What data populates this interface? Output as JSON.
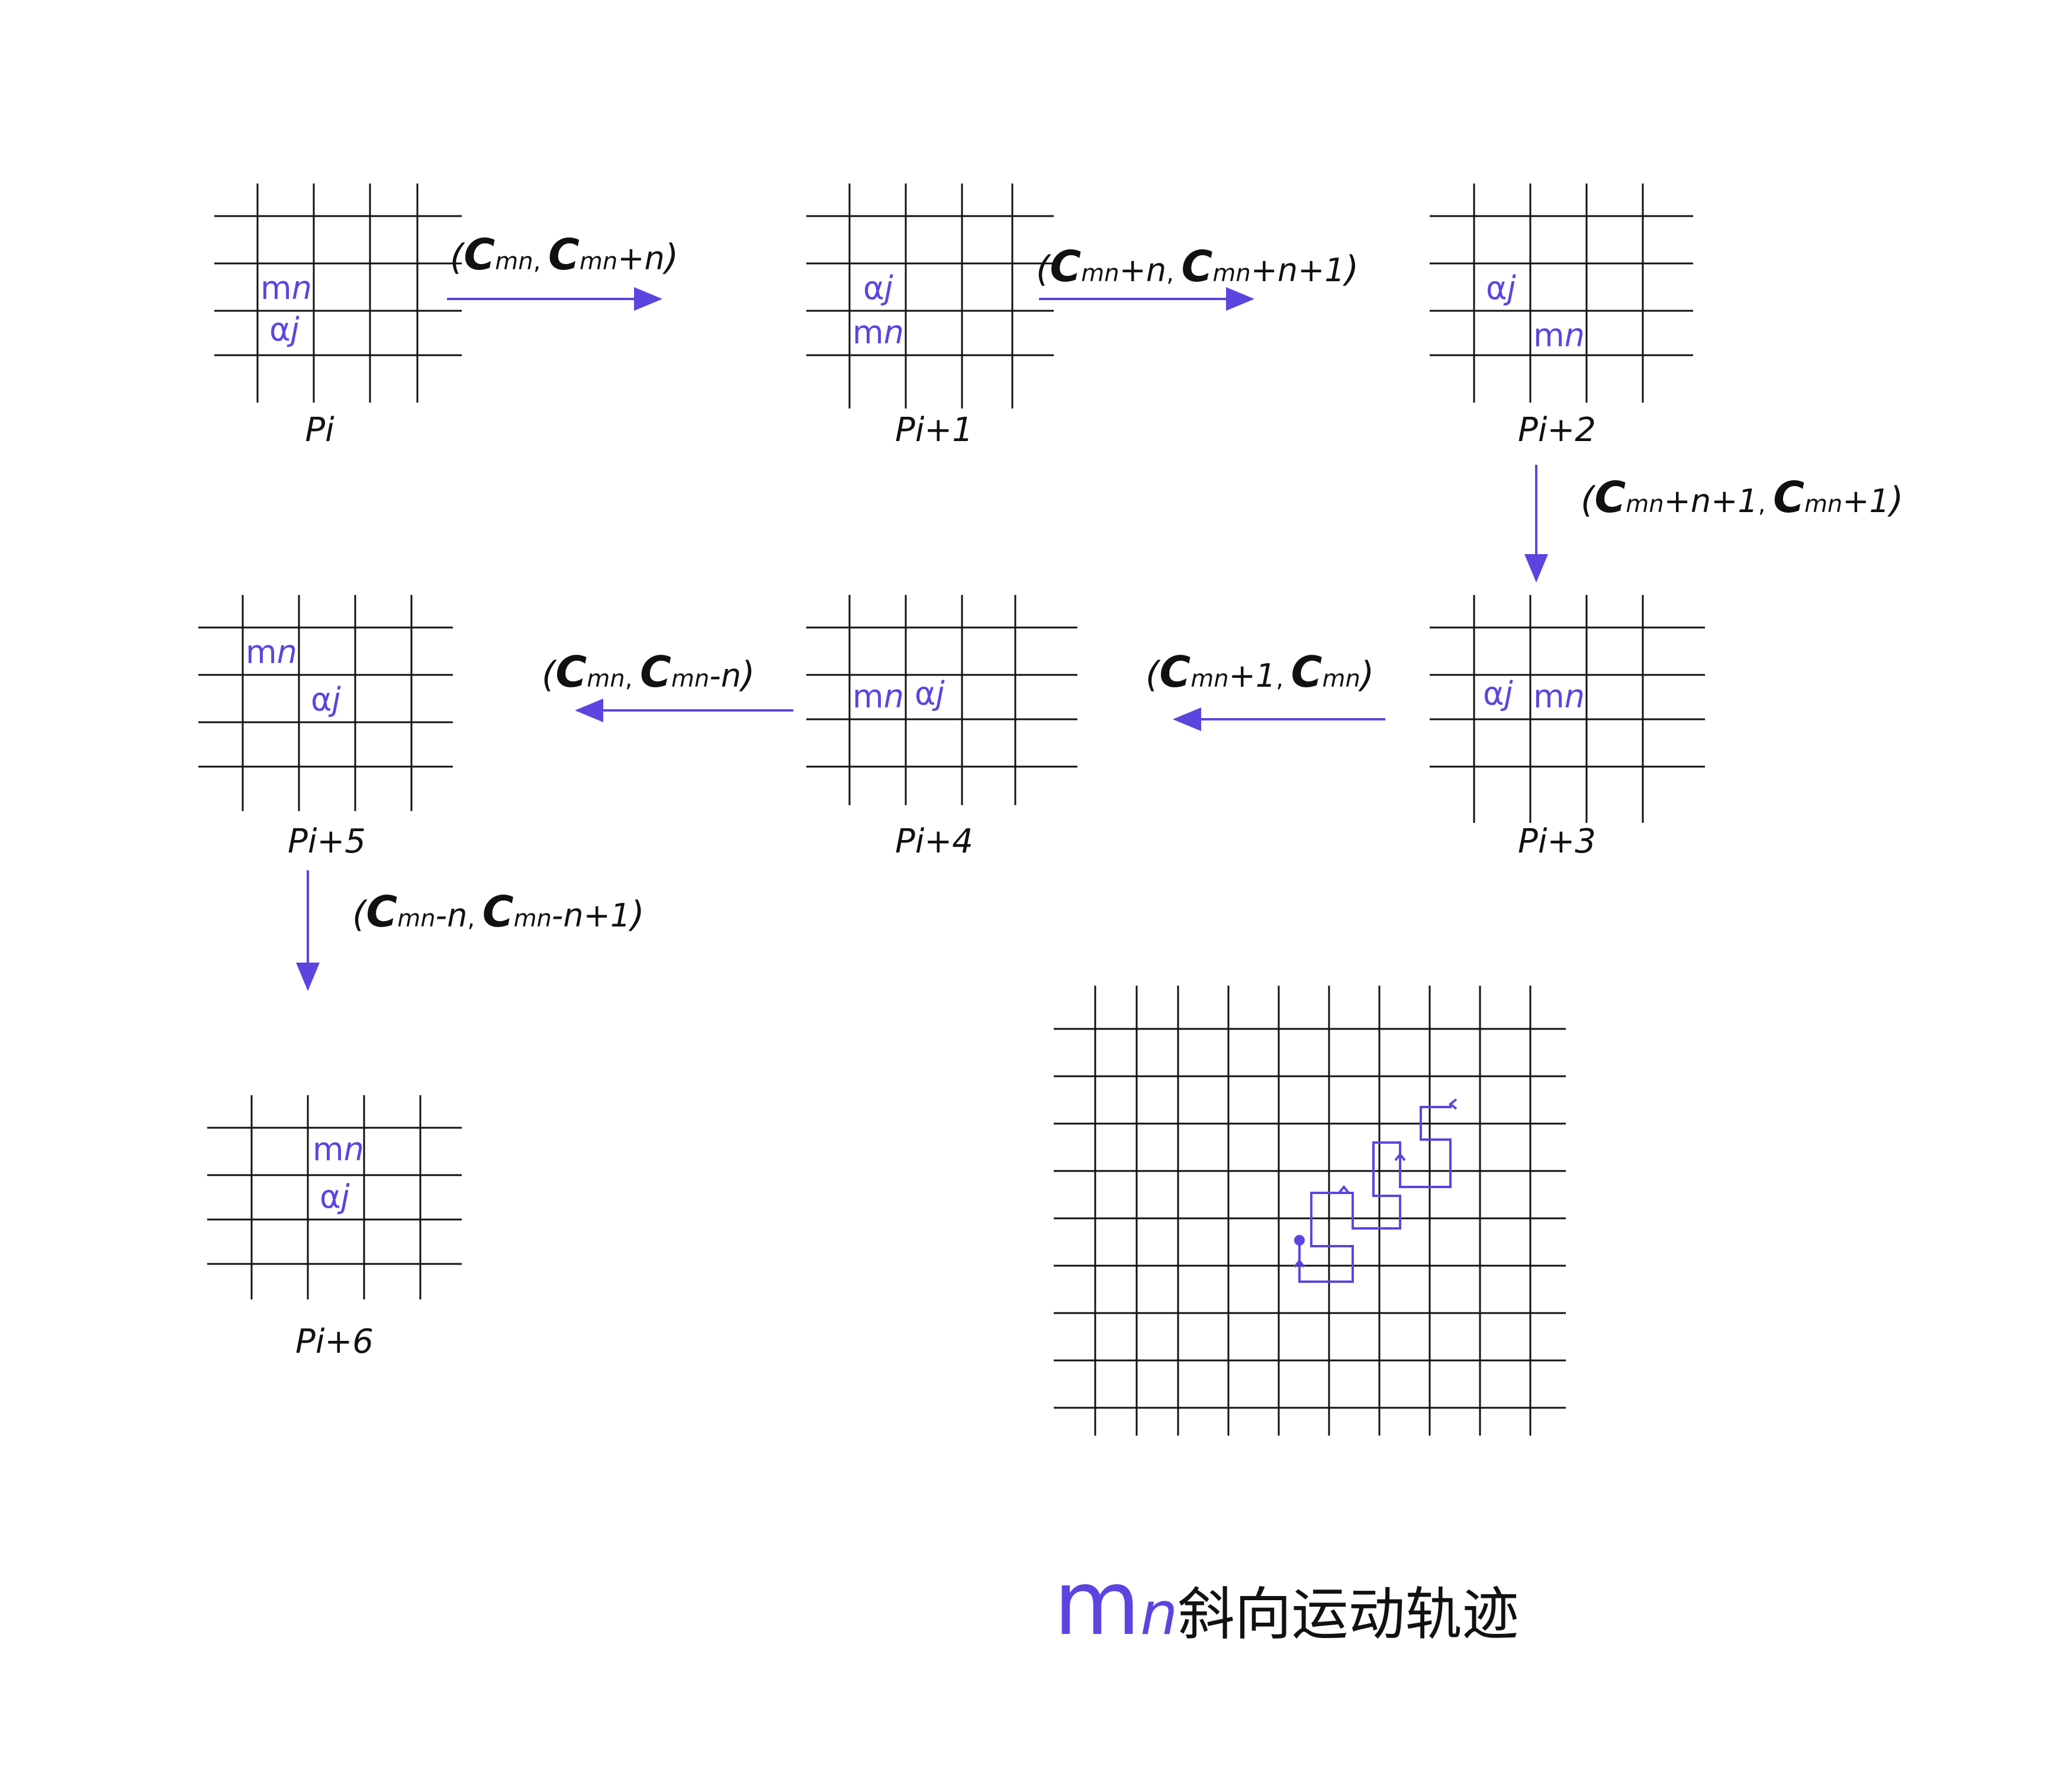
{
  "colors": {
    "ink": "#111111",
    "accent": "#5b45e0",
    "background": "#ffffff"
  },
  "panels": [
    {
      "label": "Pi",
      "top": "mn",
      "bottom": "αj"
    },
    {
      "label": "Pi+1",
      "top": "αj",
      "bottom": "mn"
    },
    {
      "label": "Pi+2",
      "top": "αj",
      "bottom": "mn"
    },
    {
      "label": "Pi+3",
      "left": "αj",
      "right": "mn"
    },
    {
      "label": "Pi+4",
      "left": "mn",
      "right": "αj"
    },
    {
      "label": "Pi+5",
      "top": "mn",
      "bottom": "αj"
    },
    {
      "label": "Pi+6",
      "top": "mn",
      "bottom": "αj"
    }
  ],
  "transitions": [
    {
      "from": "Pi",
      "to": "Pi+1",
      "a": "mn",
      "aplus": "",
      "b": "mn",
      "bplus": "+n"
    },
    {
      "from": "Pi+1",
      "to": "Pi+2",
      "a": "mn",
      "aplus": "+n",
      "b": "mn",
      "bplus": "+n+1"
    },
    {
      "from": "Pi+2",
      "to": "Pi+3",
      "a": "mn",
      "aplus": "+n+1",
      "b": "mn",
      "bplus": "+1"
    },
    {
      "from": "Pi+3",
      "to": "Pi+4",
      "a": "mn",
      "aplus": "+1",
      "b": "mn",
      "bplus": ""
    },
    {
      "from": "Pi+4",
      "to": "Pi+5",
      "a": "mn",
      "aplus": "",
      "b": "mn",
      "bplus": "-n"
    },
    {
      "from": "Pi+5",
      "to": "Pi+6",
      "a": "mn",
      "aplus": "-n",
      "b": "mn",
      "bplus": "-n+1"
    }
  ],
  "symbols": {
    "m_roman": "m",
    "m_sub": "n",
    "alpha_roman": "α",
    "alpha_sub": "j",
    "c": "C"
  },
  "caption": {
    "m_roman": "m",
    "m_sub": "n",
    "text": "斜向运动轨迹"
  }
}
